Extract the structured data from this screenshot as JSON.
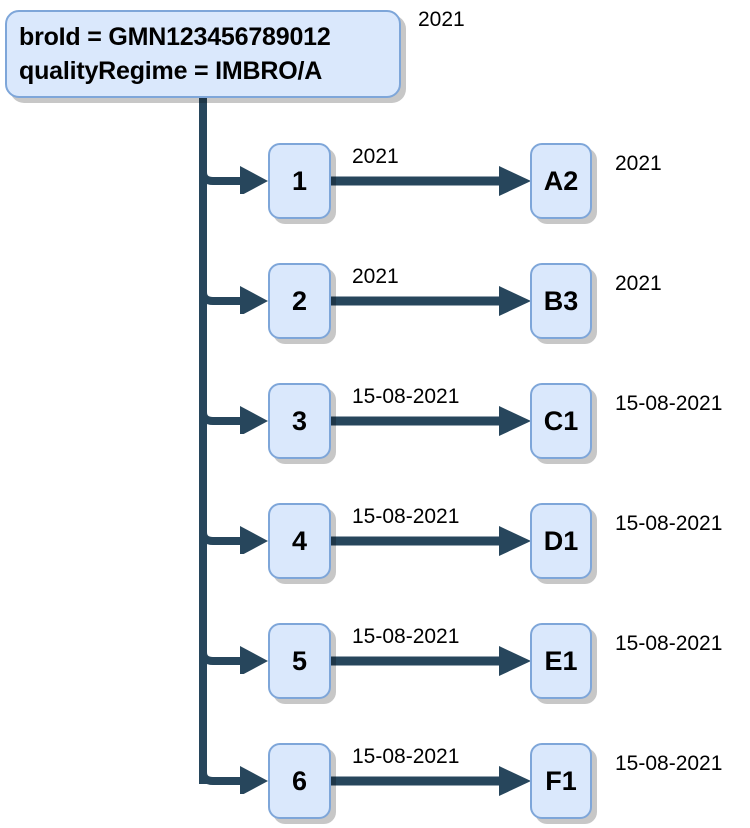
{
  "diagram": {
    "title_box": {
      "line1": "broId = GMN123456789012",
      "line2": "qualityRegime = IMBRO/A",
      "side_label": "2021"
    },
    "colors": {
      "node_fill": "#dae8fc",
      "node_border": "#7ea6d9",
      "connector": "#27465c",
      "text": "#000000",
      "background": "#ffffff"
    },
    "rows": [
      {
        "left_node": "1",
        "edge_label": "2021",
        "right_node": "A2",
        "side_label": "2021"
      },
      {
        "left_node": "2",
        "edge_label": "2021",
        "right_node": "B3",
        "side_label": "2021"
      },
      {
        "left_node": "3",
        "edge_label": "15-08-2021",
        "right_node": "C1",
        "side_label": "15-08-2021"
      },
      {
        "left_node": "4",
        "edge_label": "15-08-2021",
        "right_node": "D1",
        "side_label": "15-08-2021"
      },
      {
        "left_node": "5",
        "edge_label": "15-08-2021",
        "right_node": "E1",
        "side_label": "15-08-2021"
      },
      {
        "left_node": "6",
        "edge_label": "15-08-2021",
        "right_node": "F1",
        "side_label": "15-08-2021"
      }
    ]
  }
}
